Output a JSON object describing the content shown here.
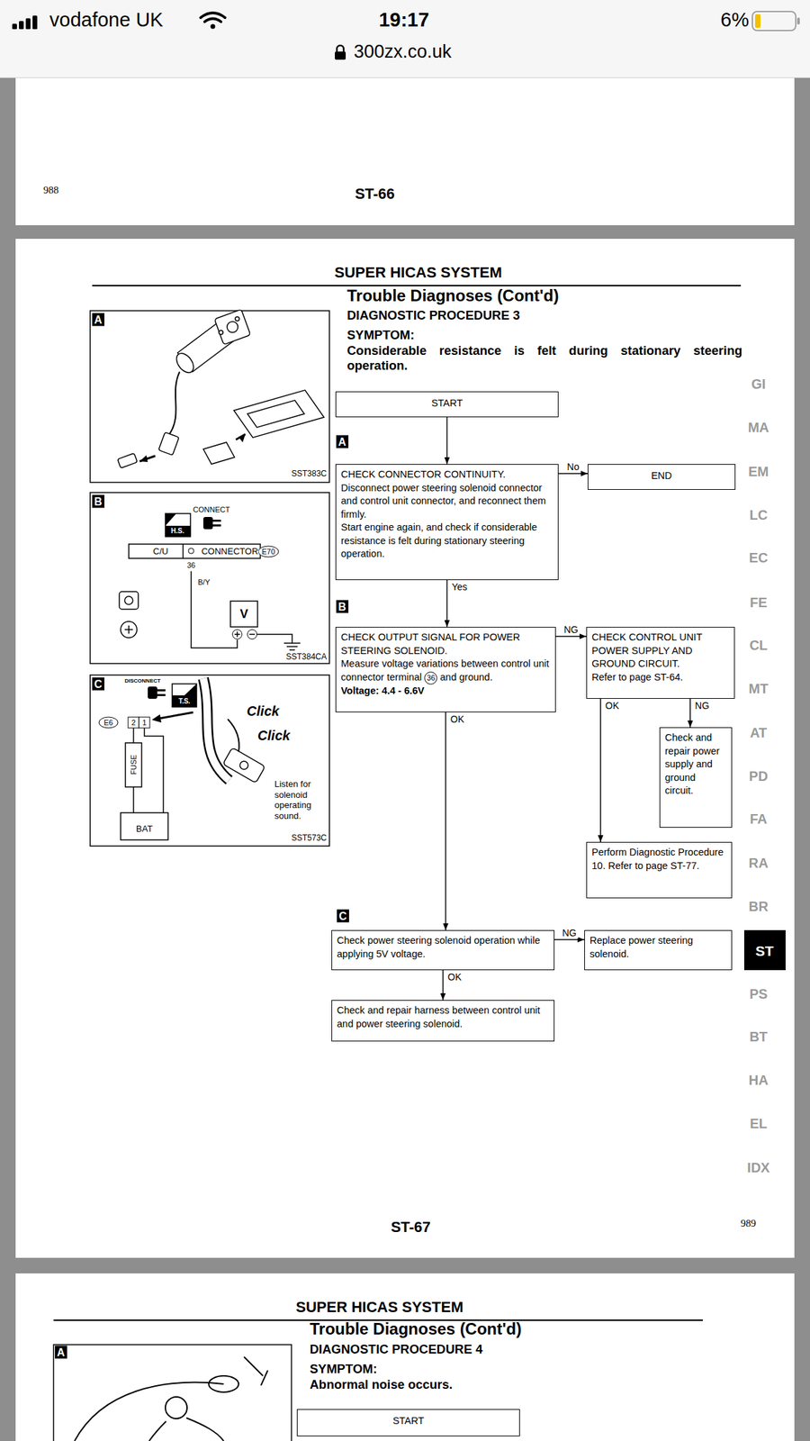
{
  "diagram": {
    "title": "SUPER HICAS SYSTEM",
    "nodes": [
      {
        "text": [
          "START"
        ]
      },
      {
        "text": [
          "CHECK CONNECTOR CONTINUITY.",
          "Disconnect power steering solenoid connector and control unit connector, and reconnect them firmly.",
          "Start engine again, and check if considerable resistance is felt during stationary steering operation."
        ]
      },
      {
        "text": [
          "END"
        ]
      },
      {
        "text": [
          "CHECK OUTPUT SIGNAL FOR POWER STEERING SOLENOID.",
          "Measure voltage variations between control unit connector terminal",
          "36",
          "and ground.",
          "Voltage: 4.4 - 6.6V"
        ]
      },
      {
        "text": [
          "CHECK CONTROL UNIT POWER SUPPLY AND GROUND CIRCUIT.",
          "Refer to page ST-64."
        ]
      },
      {
        "text": [
          "Check and repair power supply and ground circuit."
        ]
      },
      {
        "text": [
          "Perform Diagnostic Procedure 10. Refer to page ST-77."
        ]
      },
      {
        "text": [
          "Check power steering solenoid operation while applying 5V voltage."
        ]
      },
      {
        "text": [
          "Replace power steering solenoid."
        ]
      },
      {
        "text": [
          "Check and repair harness between control unit and power steering solenoid."
        ]
      },
      {
        "text": [
          "START"
        ]
      }
    ],
    "edges": [
      {
        "from": 0,
        "to": 1,
        "arrow": "to"
      },
      {
        "from": 1,
        "to": 2,
        "label": "No",
        "arrow": "to"
      },
      {
        "from": 1,
        "to": 3,
        "label": "Yes",
        "arrow": "to"
      },
      {
        "from": 3,
        "to": 4,
        "label": "NG",
        "arrow": "to"
      },
      {
        "from": 4,
        "to": 6,
        "label": "OK",
        "arrow": "to"
      },
      {
        "from": 4,
        "to": 5,
        "label": "NG",
        "arrow": "to"
      },
      {
        "from": 3,
        "to": 7,
        "label": "OK",
        "arrow": "to"
      },
      {
        "from": 7,
        "to": 8,
        "label": "NG",
        "arrow": "to"
      },
      {
        "from": 7,
        "to": 9,
        "label": "OK",
        "arrow": "to"
      }
    ],
    "labels": [
      "vodafone UK",
      "19:17",
      "6%",
      "300zx.co.uk",
      "988",
      "ST-66",
      "Trouble Diagnoses (Cont'd)",
      "DIAGNOSTIC PROCEDURE 3",
      "SYMPTOM:",
      "Considerable resistance is felt during stationary steering operation.",
      "A",
      "SST383C",
      "B",
      "CONNECT",
      "H.S.",
      "C/U",
      "CONNECTOR",
      "E70",
      "36",
      "B/Y",
      "V",
      "SST384CA",
      "C",
      "DISCONNECT",
      "T.S.",
      "E6",
      "2",
      "1",
      "FUSE",
      "BAT",
      "Click",
      "Click",
      "Listen for solenoid operating sound.",
      "SST573C",
      "A",
      "B",
      "C",
      "GI",
      "MA",
      "EM",
      "LC",
      "EC",
      "FE",
      "CL",
      "MT",
      "AT",
      "PD",
      "FA",
      "RA",
      "BR",
      "ST",
      "PS",
      "BT",
      "HA",
      "EL",
      "IDX",
      "ST-67",
      "989",
      "SUPER HICAS SYSTEM",
      "Trouble Diagnoses (Cont'd)",
      "DIAGNOSTIC PROCEDURE 4",
      "SYMPTOM:",
      "Abnormal noise occurs.",
      "A"
    ]
  }
}
